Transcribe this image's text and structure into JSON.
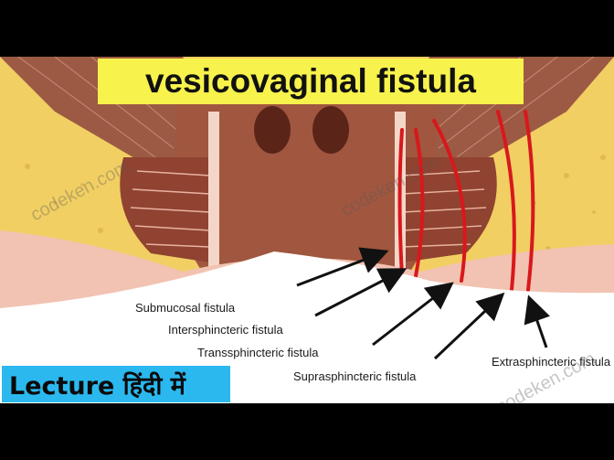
{
  "title": "vesicovaginal fistula",
  "labels": {
    "submucosal": "Submucosal fistula",
    "intersphincteric": "Intersphincteric fistula",
    "transsphincteric": "Transsphincteric fistula",
    "suprasphincteric": "Suprasphincteric fistula",
    "extrasphincteric": "Extrasphincteric fistula"
  },
  "lecture_banner": "Lecture हिंदी में",
  "watermark": "codeken.com",
  "colors": {
    "title_bg": "#f7f24c",
    "lecture_bg": "#2bb8ef",
    "fat": "#f1cf63",
    "muscle": "#8a4a34",
    "skin": "#f2c3b2",
    "fistula": "#d8181c"
  }
}
